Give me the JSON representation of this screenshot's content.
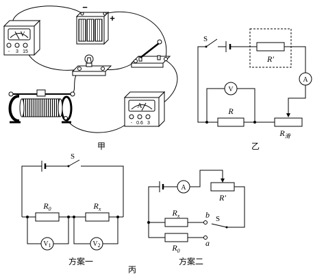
{
  "figure": {
    "jia": {
      "caption": "甲",
      "voltmeter": {
        "symbol": "V",
        "terminals": [
          "-",
          "3",
          "15"
        ]
      },
      "battery": {
        "negative": "−",
        "positive": "+"
      },
      "ammeter": {
        "symbol": "A",
        "terminals": [
          "-",
          "0.6",
          "3"
        ]
      }
    },
    "yi": {
      "caption": "乙",
      "switch": "S",
      "box_resistor": "R′",
      "ammeter": "A",
      "voltmeter": "V",
      "resistor": "R",
      "rheostat": {
        "main": "R",
        "sub": "滑"
      }
    },
    "bing": {
      "caption": "丙",
      "scheme_1": {
        "title": "方案一",
        "switch": "S",
        "r0": {
          "main": "R",
          "sub": "0"
        },
        "rx": {
          "main": "R",
          "sub": "x"
        },
        "v1": {
          "main": "V",
          "sub": "1"
        },
        "v2": {
          "main": "V",
          "sub": "2"
        }
      },
      "scheme_2": {
        "title": "方案二",
        "ammeter": "A",
        "rheostat": "R′",
        "rx": {
          "main": "R",
          "sub": "x"
        },
        "r0": {
          "main": "R",
          "sub": "0"
        },
        "terminal_b": "b",
        "terminal_a": "a",
        "switch": "S"
      }
    }
  }
}
